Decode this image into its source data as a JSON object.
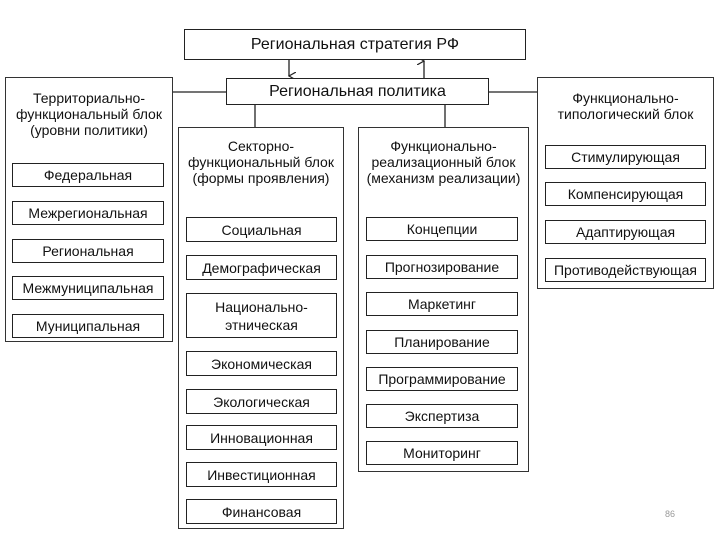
{
  "top": {
    "strategy": "Региональная стратегия РФ",
    "policy": "Региональная политика"
  },
  "territorial": {
    "heading": [
      "Территориально-",
      "функциональный блок",
      "(уровни политики)"
    ],
    "items": [
      "Федеральная",
      "Межрегиональная",
      "Региональная",
      "Межмуниципальная",
      "Муниципальная"
    ]
  },
  "sectoral": {
    "heading": [
      "Секторно-",
      "функциональный блок",
      "(формы проявления)"
    ],
    "items": [
      "Социальная",
      "Демографическая",
      "Национально-этническая",
      "Экономическая",
      "Экологическая",
      "Инновационная",
      "Инвестиционная",
      "Финансовая"
    ]
  },
  "realization": {
    "heading": [
      "Функционально-",
      "реализационный блок",
      "(механизм реализации)"
    ],
    "items": [
      "Концепции",
      "Прогнозирование",
      "Маркетинг",
      "Планирование",
      "Программирование",
      "Экспертиза",
      "Мониторинг"
    ]
  },
  "typological": {
    "heading": [
      "Функционально-",
      "типологический блок"
    ],
    "items": [
      "Стимулирующая",
      "Компенсирующая",
      "Адаптирующая",
      "Противодействующая"
    ]
  },
  "page_number": "86"
}
